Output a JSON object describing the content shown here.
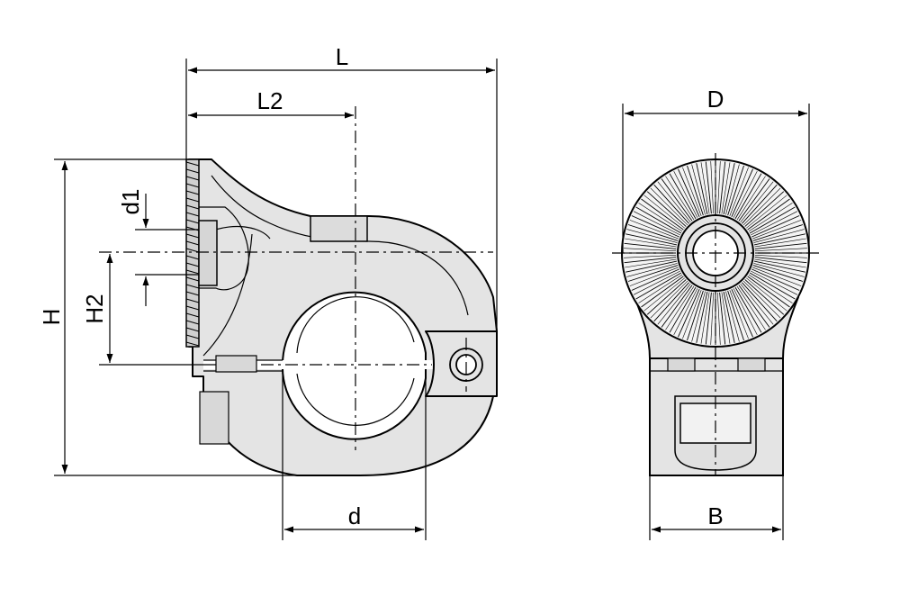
{
  "labels": {
    "L": "L",
    "L2": "L2",
    "H": "H",
    "H2": "H2",
    "d1": "d1",
    "d": "d",
    "D": "D",
    "B": "B"
  },
  "colors": {
    "part_fill": "#e4e4e4",
    "line": "#000000",
    "background": "#ffffff"
  }
}
